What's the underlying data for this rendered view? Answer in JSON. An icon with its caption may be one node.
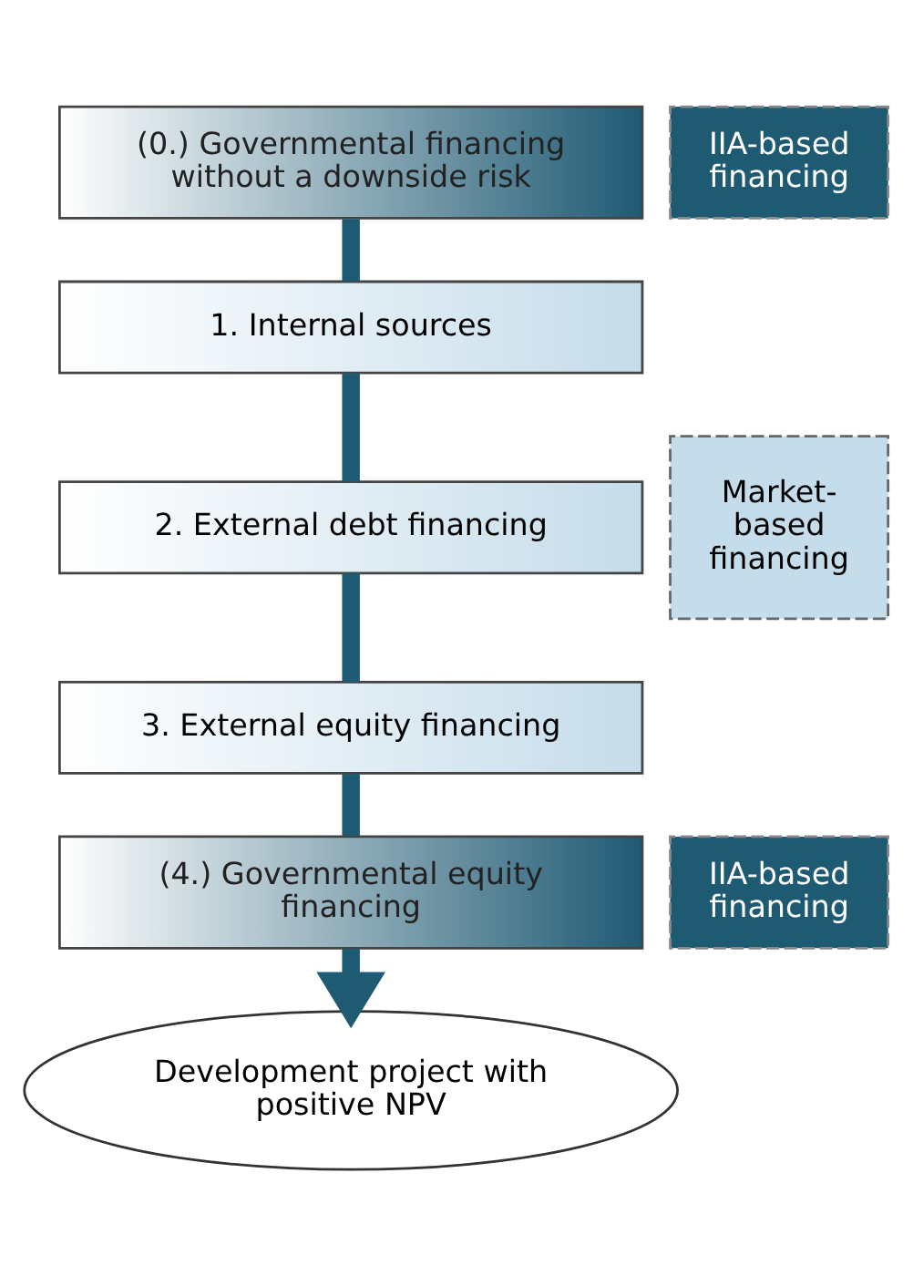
{
  "diagram": {
    "nodes": [
      {
        "text": [
          "(0.) Governmental financing without a downside risk"
        ]
      },
      {
        "text": [
          "IIA-based financing"
        ]
      },
      {
        "text": [
          "1. Internal sources"
        ]
      },
      {
        "text": [
          "2. External debt financing"
        ]
      },
      {
        "text": [
          "3. External equity financing"
        ]
      },
      {
        "text": [
          "Market-based financing"
        ]
      },
      {
        "text": [
          "(4.) Governmental equity financing"
        ]
      },
      {
        "text": [
          "IIA-based financing"
        ]
      },
      {
        "text": [
          "Development project with positive NPV"
        ]
      }
    ],
    "edges": [
      {
        "from": 0,
        "to": 2,
        "arrow": "none"
      },
      {
        "from": 2,
        "to": 3,
        "arrow": "none"
      },
      {
        "from": 3,
        "to": 4,
        "arrow": "none"
      },
      {
        "from": 4,
        "to": 6,
        "arrow": "none"
      },
      {
        "from": 6,
        "to": 8,
        "arrow": "to"
      }
    ]
  }
}
